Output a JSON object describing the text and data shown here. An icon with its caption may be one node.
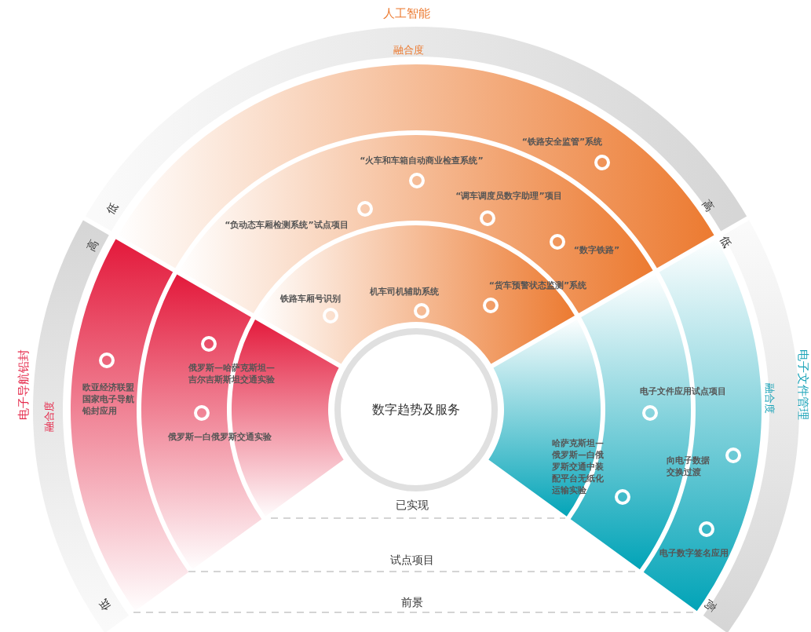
{
  "diagram": {
    "nodes": [
      {
        "text": [
          "人工智能",
          "融合度",
          "低",
          "高"
        ]
      },
      {
        "text": [
          "“铁路安全监管”系统"
        ]
      },
      {
        "text": [
          "“火车和车箱自动商业检查系统”",
          "“调车调度员数字助理”项目",
          "“负动态车厢检测系统”试点项目",
          "“数字铁路”"
        ]
      },
      {
        "text": [
          "铁路车厢号识别",
          "机车司机辅助系统",
          "“货车预警状态监测”系统"
        ]
      },
      {
        "text": [
          "高",
          "电子导航铅封",
          "融合度",
          "低"
        ]
      },
      {
        "text": [
          "欧亚经济联盟国家电子导航铅封应用"
        ]
      },
      {
        "text": [
          "俄罗斯—哈萨克斯坦—吉尔吉斯斯坦交通实验",
          "俄罗斯—白俄罗斯交通实验"
        ]
      },
      {
        "text": [],
        "shape": "arc"
      },
      {
        "text": [
          "数字趋势及服务"
        ]
      },
      {
        "text": [
          "低",
          "融合度",
          "电子文件管理",
          "高"
        ]
      },
      {
        "text": [
          "哈萨克斯坦—俄罗斯—白俄罗斯交通中装配平台无纸化运输实验"
        ]
      },
      {
        "text": [
          "电子文件应用试点项目"
        ]
      },
      {
        "text": [
          "向电子数据交换过渡",
          "电子数字签名应用"
        ]
      }
    ],
    "labels": [
      "已实现",
      "试点项目",
      "前景"
    ]
  }
}
